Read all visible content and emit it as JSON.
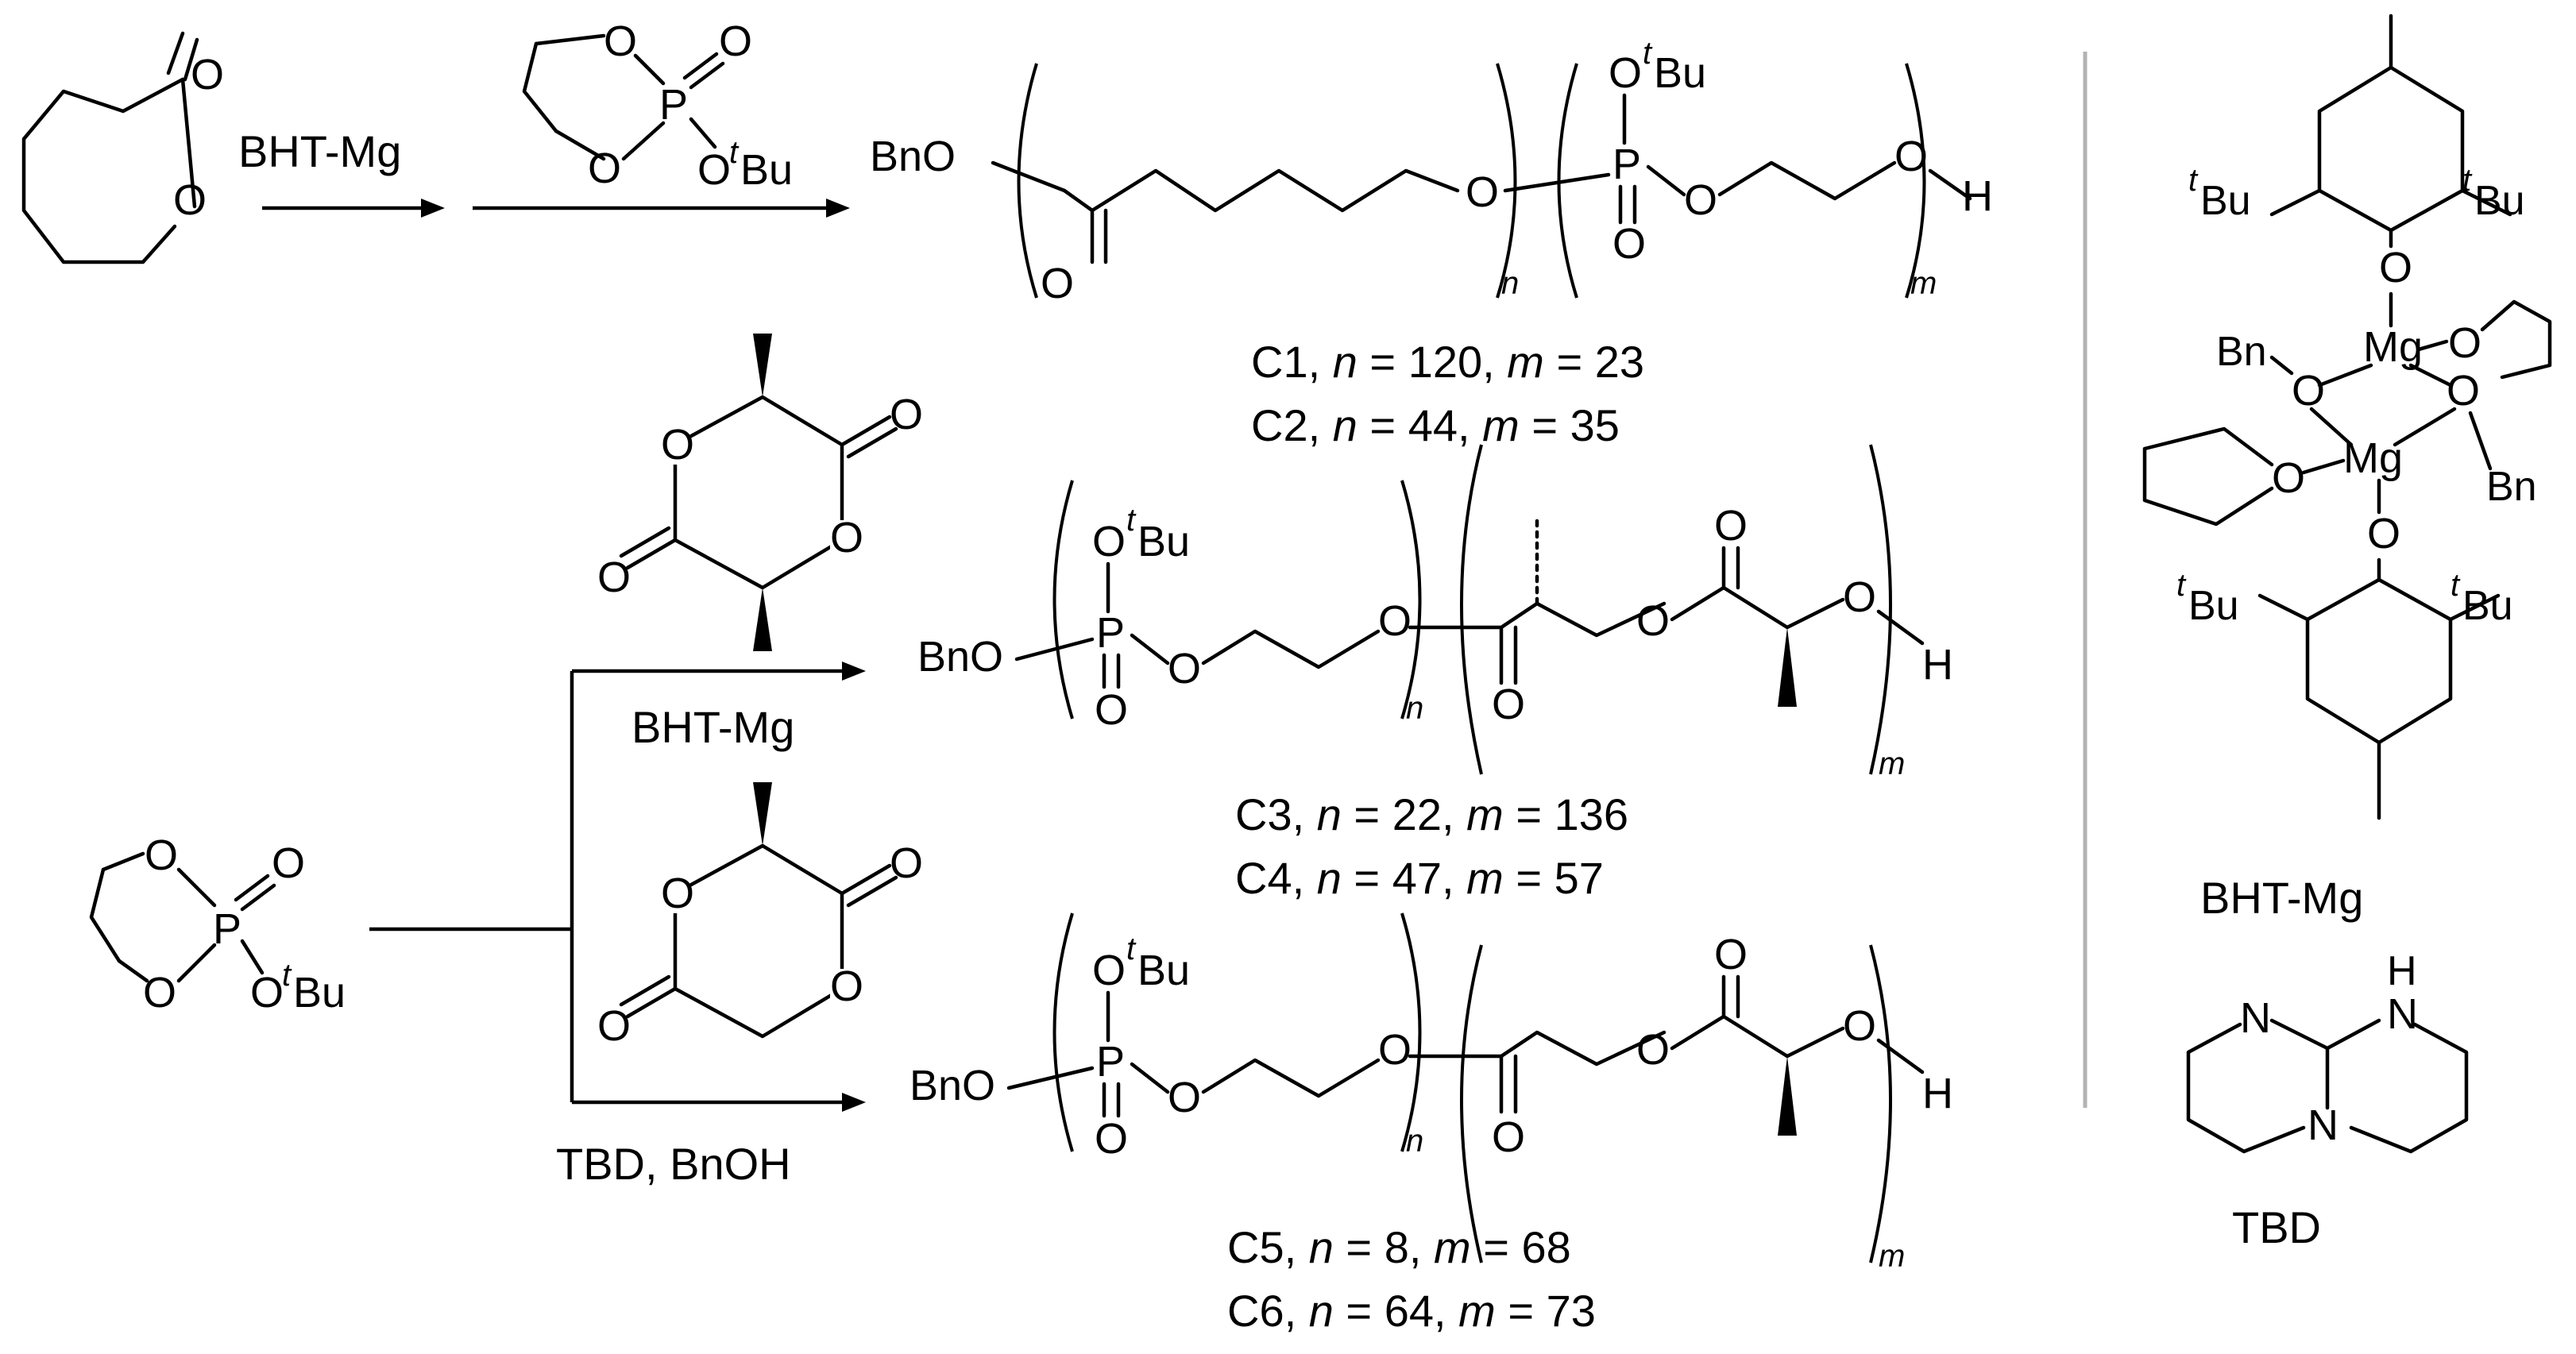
{
  "reagents": {
    "catalyst_mg": "BHT-Mg",
    "organocatalyst": "TBD, BnOH"
  },
  "catalyst_labels": {
    "mg_complex": "BHT-Mg",
    "guanidine": "TBD"
  },
  "copolymers": [
    {
      "id": "C1",
      "n": "120",
      "m": "23"
    },
    {
      "id": "C2",
      "n": "44",
      "m": "35"
    },
    {
      "id": "C3",
      "n": "22",
      "m": "136"
    },
    {
      "id": "C4",
      "n": "47",
      "m": "57"
    },
    {
      "id": "C5",
      "n": "8",
      "m": "68"
    },
    {
      "id": "C6",
      "n": "64",
      "m": "73"
    }
  ],
  "atoms": {
    "O": "O",
    "P": "P",
    "H": "H",
    "N": "N",
    "Mg": "Mg",
    "Bn": "Bn",
    "BnO": "BnO",
    "tBu_t": "t",
    "tBu_Bu": "Bu",
    "n": "n",
    "m": "m"
  }
}
